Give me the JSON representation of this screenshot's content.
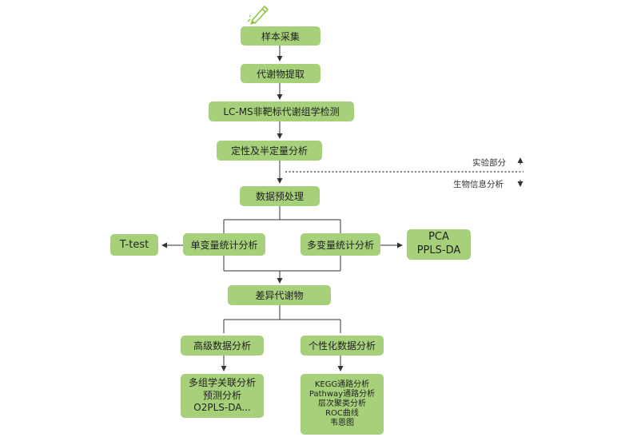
{
  "steps": {
    "sample_collection": "样本采集",
    "metabolite_extraction": "代谢物提取",
    "lcms_detection": "LC-MS非靶标代谢组学检测",
    "quant": "定性及半定量分析",
    "preprocess": "数据预处理",
    "univariate": "单变量统计分析",
    "multivariate": "多变量统计分析",
    "ttest": "T-test",
    "pca_lines": [
      "PCA",
      "PPLS-DA"
    ],
    "diff_metabolites": "差异代谢物",
    "advanced": "高级数据分析",
    "personalized": "个性化数据分析",
    "advanced_items": [
      "多组学关联分析",
      "预测分析",
      "O2PLS-DA..."
    ],
    "personalized_items": [
      "KEGG通路分析",
      "Pathway通路分析",
      "层次聚类分析",
      "ROC曲线",
      "韦恩图"
    ]
  },
  "divider": {
    "upper_label": "实验部分",
    "lower_label": "生物信息分析"
  },
  "icons": {
    "top": "pen-icon"
  },
  "colors": {
    "box_fill": "#a7d07b",
    "pen": "#8cc63f"
  }
}
